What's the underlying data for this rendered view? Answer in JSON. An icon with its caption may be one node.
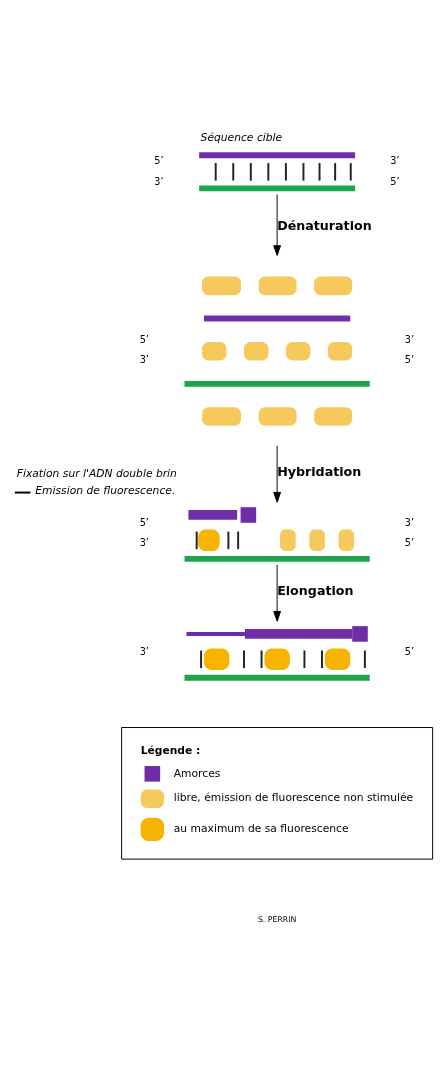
{
  "diagram": {
    "nodes": [
      {
        "text": [],
        "shape": "picture",
        "beside": [
          "Séquence cible"
        ]
      },
      {
        "text": [],
        "shape": "picture"
      },
      {
        "text": [],
        "shape": "picture",
        "beside": [
          "Fixation sur l'ADN double brin",
          "Emission de fluorescence."
        ]
      },
      {
        "text": [],
        "shape": "picture"
      }
    ],
    "edges": [
      {
        "from": 0,
        "to": 1,
        "arrow": "to",
        "label": "Dénaturation"
      },
      {
        "from": 1,
        "to": 2,
        "arrow": "to",
        "label": "Hybridation"
      },
      {
        "from": 2,
        "to": 3,
        "arrow": "to",
        "label": "Elongation"
      }
    ],
    "labels": [
      "5’",
      "3’",
      "3’",
      "5’",
      "5’",
      "3’",
      "3’",
      "5’",
      "5’",
      "3’",
      "3’",
      "5’",
      "3’",
      "5’",
      "Légende :",
      "S. PERRIN"
    ],
    "legend": [
      {
        "text": "Amorces"
      },
      {
        "text": "libre, émission de fluorescence non stimulée"
      },
      {
        "text": "au maximum de sa fluorescence"
      }
    ]
  }
}
